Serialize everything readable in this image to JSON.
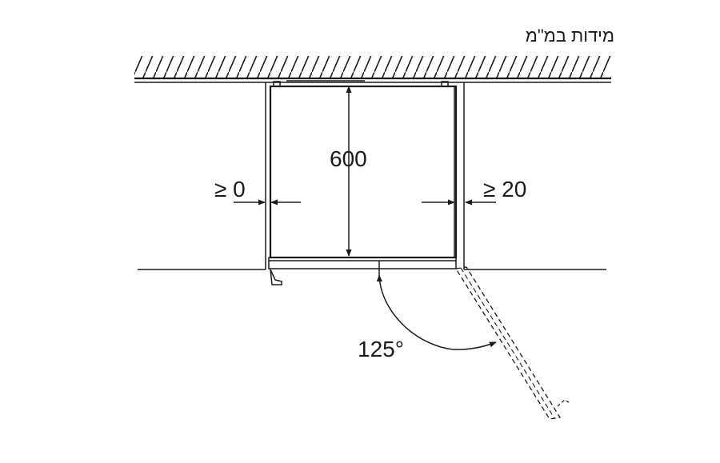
{
  "units_label": "מידות במ\"מ",
  "dimensions": {
    "depth": "600",
    "left_clearance": "≥ 0",
    "right_clearance": "≥ 20",
    "door_angle": "125°"
  },
  "colors": {
    "line": "#1a1a1a",
    "background": "#ffffff"
  }
}
